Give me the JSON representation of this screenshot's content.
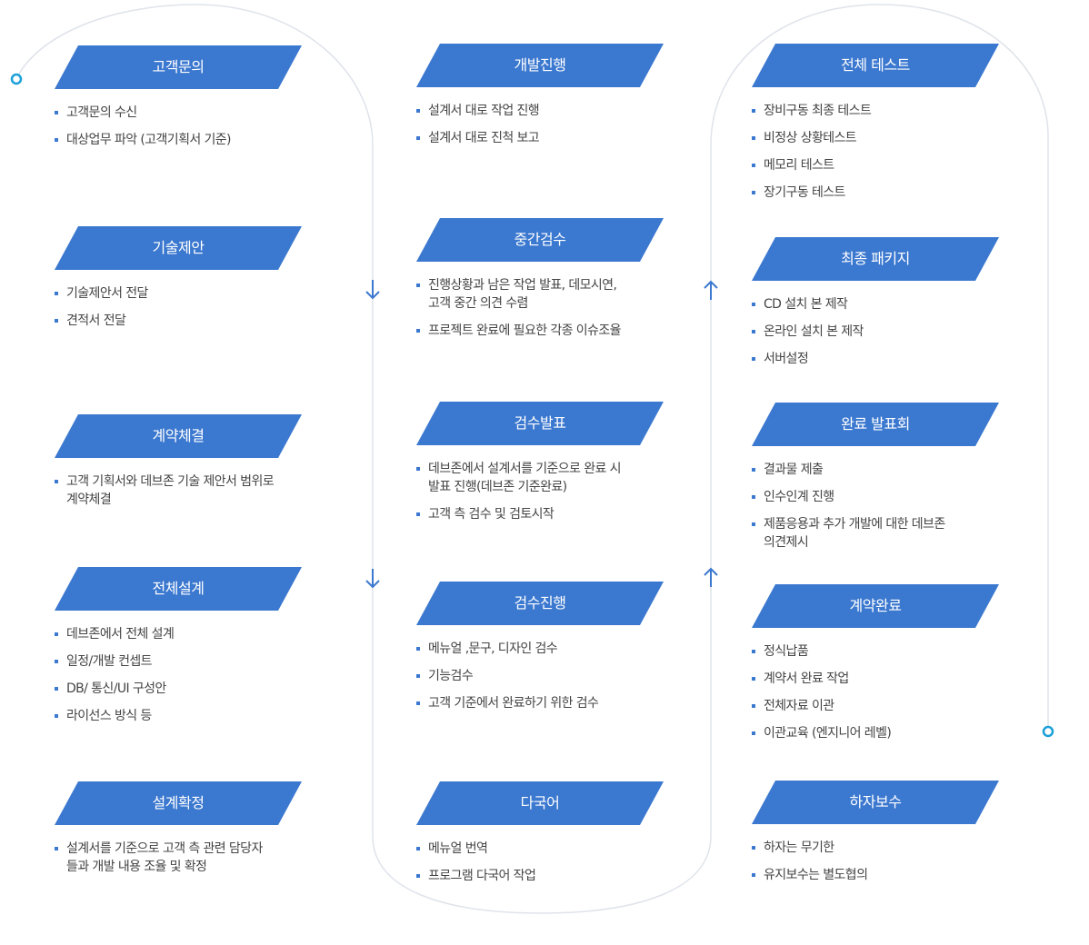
{
  "colors": {
    "accent": "#3b78cf",
    "line": "#dfe3ea",
    "node": "#1aa0d8"
  },
  "columns": [
    {
      "steps": [
        {
          "title": "고객문의",
          "items": [
            "고객문의 수신",
            "대상업무 파악 (고객기획서 기준)"
          ]
        },
        {
          "title": "기술제안",
          "items": [
            "기술제안서 전달",
            "견적서 전달"
          ]
        },
        {
          "title": "계약체결",
          "items": [
            "고객 기획서와 데브존 기술 제안서 범위로\n계약체결"
          ]
        },
        {
          "title": "전체설계",
          "items": [
            "데브존에서 전체 설계",
            "일정/개발 컨셉트",
            "DB/ 통신/UI 구성안",
            "라이선스 방식 등"
          ]
        },
        {
          "title": "설계확정",
          "items": [
            "설계서를 기준으로 고객 측 관련 담당자\n들과 개발 내용 조율 및 확정"
          ]
        }
      ]
    },
    {
      "steps": [
        {
          "title": "개발진행",
          "items": [
            "설계서 대로 작업 진행",
            "설계서 대로 진척 보고"
          ]
        },
        {
          "title": "중간검수",
          "items": [
            "진행상황과 남은 작업 발표, 데모시연,\n고객 중간 의견 수렴",
            "프로젝트 완료에 필요한 각종 이슈조율"
          ]
        },
        {
          "title": "검수발표",
          "items": [
            "데브존에서 설계서를 기준으로 완료 시\n발표 진행(데브존 기준완료)",
            "고객 측 검수 및 검토시작"
          ]
        },
        {
          "title": "검수진행",
          "items": [
            "메뉴얼 ,문구, 디자인 검수",
            "기능검수",
            "고객 기준에서 완료하기 위한 검수"
          ]
        },
        {
          "title": "다국어",
          "items": [
            "메뉴얼  번역",
            "프로그램 다국어 작업"
          ]
        }
      ]
    },
    {
      "steps": [
        {
          "title": "전체 테스트",
          "items": [
            "장비구동 최종 테스트",
            "비정상 상황테스트",
            "메모리 테스트",
            "장기구동 테스트"
          ]
        },
        {
          "title": "최종 패키지",
          "items": [
            "CD 설치 본 제작",
            "온라인 설치 본 제작",
            "서버설정"
          ]
        },
        {
          "title": "완료 발표회",
          "items": [
            "결과물 제출",
            "인수인계 진행",
            "제품응용과 추가 개발에 대한 데브존\n의견제시"
          ]
        },
        {
          "title": "계약완료",
          "items": [
            "정식납품",
            "계약서 완료 작업",
            "전체자료 이관",
            "이관교육 (엔지니어 레벨)"
          ]
        },
        {
          "title": "하자보수",
          "items": [
            "하자는 무기한",
            "유지보수는 별도협의"
          ]
        }
      ]
    }
  ]
}
